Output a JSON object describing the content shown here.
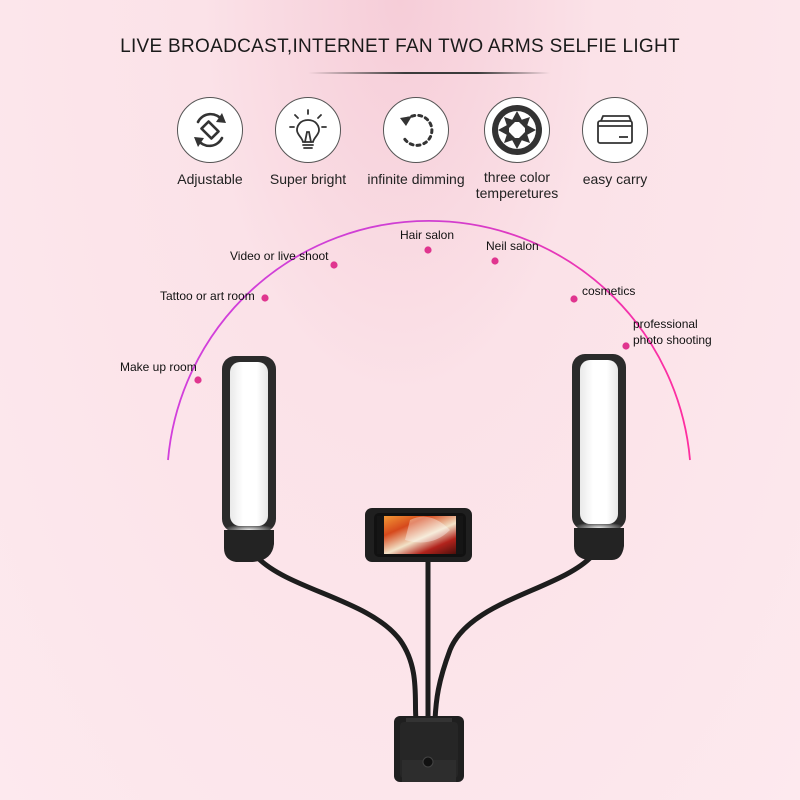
{
  "header": {
    "title": "LIVE BROADCAST,INTERNET FAN TWO ARMS SELFIE LIGHT"
  },
  "features": [
    {
      "label": "Adjustable",
      "icon": "rotate-arrows-icon"
    },
    {
      "label": "Super bright",
      "icon": "light-bulb-icon"
    },
    {
      "label": "infinite dimming",
      "icon": "dimming-arrow-icon"
    },
    {
      "label": "three color temperetures",
      "icon": "aperture-icon"
    },
    {
      "label": "easy carry",
      "icon": "card-icon"
    }
  ],
  "applications": [
    "Make up room",
    "Tattoo or art room",
    "Video or live shoot",
    "Hair salon",
    "Neil salon",
    "cosmetics",
    "professional photo shooting"
  ],
  "colors": {
    "accent": "#e0358f",
    "arc_start": "#c93ad8",
    "arc_end": "#ff2fa8",
    "icon_stroke": "#333333"
  }
}
